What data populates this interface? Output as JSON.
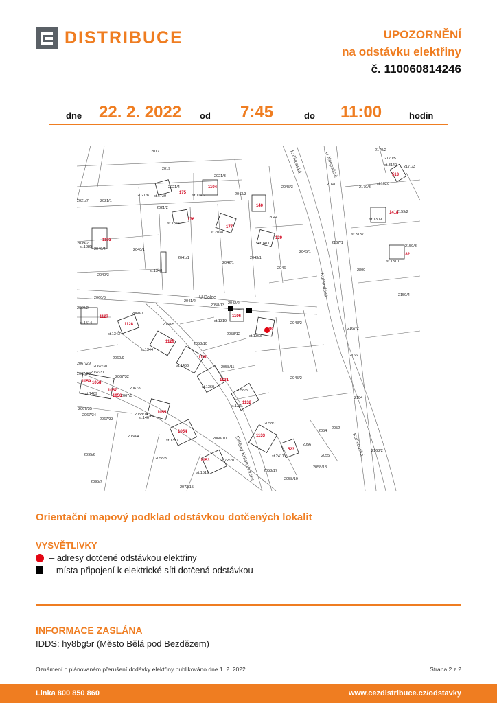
{
  "header": {
    "brand": "DISTRIBUCE",
    "notice_line1": "UPOZORNĚNÍ",
    "notice_line2": "na odstávku elektřiny",
    "notice_number": "č. 110060814246"
  },
  "schedule": {
    "date_label": "dne",
    "date": "22. 2. 2022",
    "from_label": "od",
    "from_time": "7:45",
    "to_label": "do",
    "to_time": "11:00",
    "unit": "hodin"
  },
  "map": {
    "street_labels": [
      "Kuřívodská",
      "U Koupaliště",
      "U Dolce",
      "Kuřívodská",
      "Kuřívodská",
      "Eliščiny Krásnohorské"
    ],
    "parcel_labels": [
      "2017",
      "2019",
      "2021/3",
      "2021/4",
      "2021/8",
      "2021/7",
      "2021/1",
      "2021/2",
      "2043/3",
      "2045/3",
      "2168",
      "2170/2",
      "2170/5",
      "2171/3",
      "2170/3",
      "2159/2",
      "2044",
      "2167/1",
      "2159/3",
      "2040/4",
      "2039/2",
      "2040/1",
      "2041/1",
      "2042/1",
      "2043/1",
      "2045/1",
      "2046",
      "2800",
      "2040/3",
      "2159/4",
      "2060/8",
      "2060/7",
      "2060/2",
      "2041/2",
      "2058/13",
      "2042/2",
      "2058/5",
      "2058/12",
      "2043/2",
      "2167/2",
      "2058/10",
      "2060/9",
      "2067/29",
      "2067/30",
      "2067/28",
      "2067/31",
      "2067/32",
      "2058/11",
      "2166",
      "2045/2",
      "2067/9",
      "2067/5",
      "2058/8",
      "2184",
      "2067/35",
      "2067/34",
      "2067/33",
      "2058/16",
      "2058/4",
      "2058/7",
      "2054",
      "2052",
      "2060/10",
      "2056",
      "2163/2",
      "2095/6",
      "2058/3",
      "2072/20",
      "2055",
      "2058/17",
      "2058/18",
      "2058/19",
      "2095/7",
      "2072/15"
    ],
    "st_labels": [
      "st.3140",
      "st.1020",
      "st.1739",
      "st.1146",
      "st.1347",
      "st.2038",
      "st.1309",
      "st.3137",
      "st.1400",
      "st.1310",
      "st.1885",
      "st.1348",
      "st.1514",
      "st.1319",
      "st.1343",
      "st.1363",
      "st.1344",
      "st.1466",
      "st.1360",
      "st.1469",
      "st.1361",
      "st.1467",
      "st.1397",
      "st.2411",
      "st.1519"
    ],
    "house_numbers": [
      "513",
      "1104",
      "175",
      "140",
      "176",
      "177",
      "1418",
      "139",
      "1103",
      "182",
      "1127",
      "1106",
      "1128",
      "178",
      "1129",
      "1130",
      "1131",
      "1059",
      "1058",
      "1057",
      "1056",
      "1132",
      "1055",
      "1054",
      "1133",
      "523",
      "1053"
    ]
  },
  "map_caption": "Orientační mapový podklad odstávkou dotčených lokalit",
  "legend": {
    "title": "VYSVĚTLIVKY",
    "item1": "– adresy dotčené odstávkou elektřiny",
    "item2": "– místa připojení k elektrické síti dotčená odstávkou"
  },
  "info": {
    "title": "INFORMACE ZASLÁNA",
    "text": "IDDS: hy8bg5r (Město Bělá pod Bezdězem)"
  },
  "publication_note": "Oznámení o plánovaném přerušení dodávky elektřiny publikováno dne 1. 2. 2022.",
  "page_number": "Strana 2 z 2",
  "footer": {
    "hotline": "Linka 800 850 860",
    "website": "www.cezdistribuce.cz/odstavky"
  },
  "colors": {
    "accent": "#ef7d21",
    "affected_marker": "#e30613",
    "connection_marker": "#000000"
  }
}
